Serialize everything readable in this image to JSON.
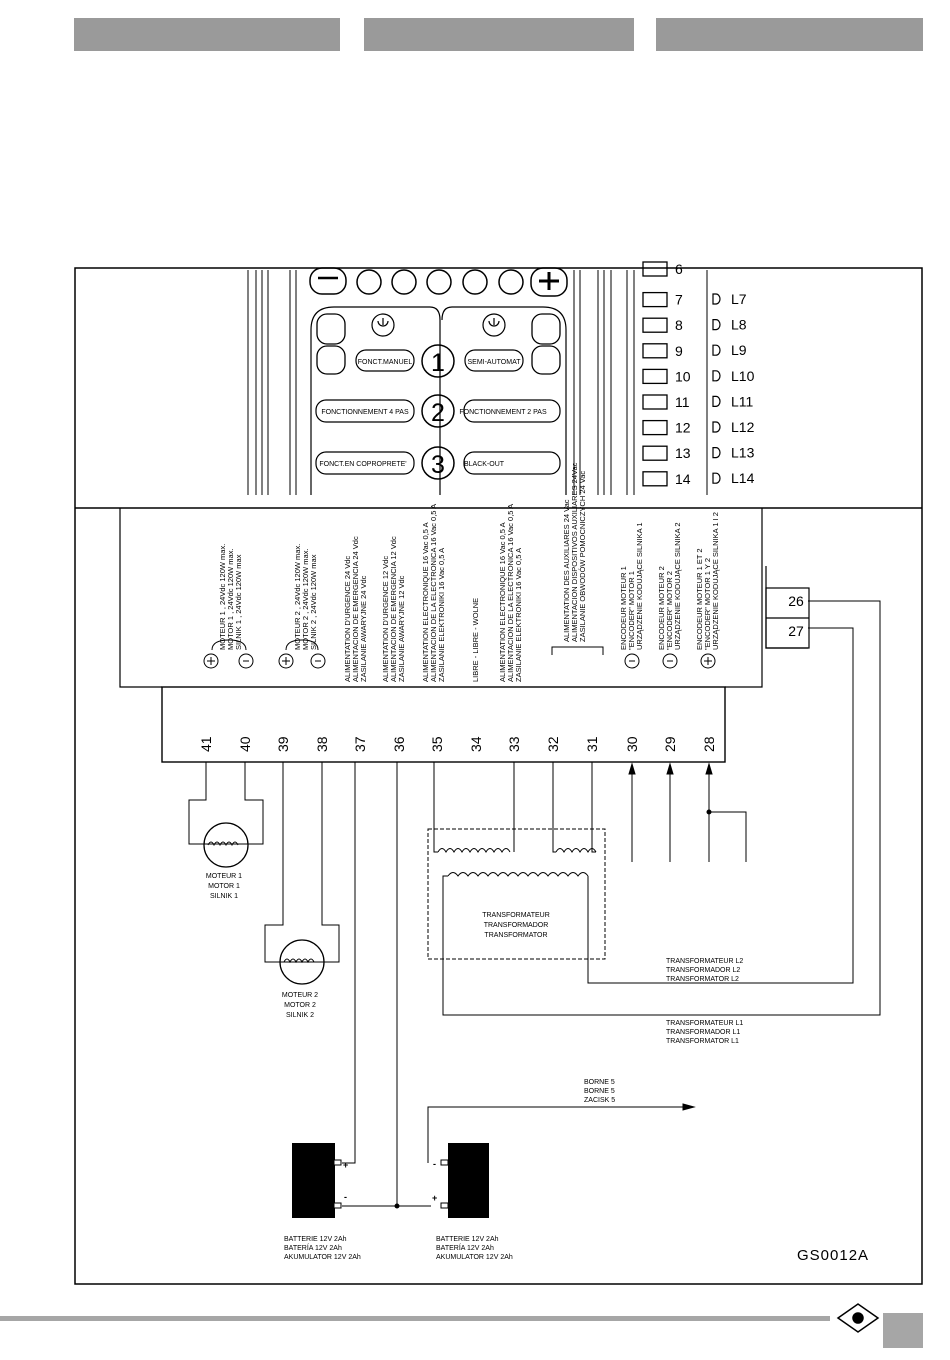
{
  "header_bars": [
    "",
    "",
    ""
  ],
  "panel": {
    "buttons": {
      "b1": {
        "num": "1",
        "left": "FONCT.MANUEL",
        "right": "SEMI-AUTOMAT"
      },
      "b2": {
        "num": "2",
        "left": "FONCTIONNEMENT 4 PAS",
        "right": "FONCTIONNEMENT 2 PAS"
      },
      "b3": {
        "num": "3",
        "left": "FONCT.EN COPROPRETE'",
        "right": "BLACK-OUT"
      }
    },
    "switches": [
      "6",
      "7",
      "8",
      "9",
      "10",
      "11",
      "12",
      "13",
      "14"
    ],
    "leds": [
      "L7",
      "L8",
      "L9",
      "L10",
      "L11",
      "L12",
      "L13",
      "L14"
    ]
  },
  "terminals": {
    "numbers": [
      "41",
      "40",
      "39",
      "38",
      "37",
      "36",
      "35",
      "34",
      "33",
      "32",
      "31",
      "30",
      "29",
      "28"
    ],
    "aux": [
      "26",
      "27"
    ],
    "labels": {
      "m1_a": "MOTEUR 1 , 24Vdc 120W max.",
      "m1_b": "MOTOR 1 , 24Vdc 120W max.",
      "m1_c": "SILNIK 1 , 24Vdc 120W max",
      "m2_a": "MOTEUR 2 , 24Vdc 120W max.",
      "m2_b": "MOTOR 2 , 24Vdc 120W max.",
      "m2_c": "SILNIK 2 , 24Vdc 120W max",
      "e24_a": "ALIMENTATION D'URGENCE 24 Vdc",
      "e24_b": "ALIMENTACION DE EMERGENCIA 24 Vdc",
      "e24_c": "ZASILANIE AWARYJNE 24 Vdc",
      "e12_a": "ALIMENTATION D'URGENCE 12 Vdc",
      "e12_b": "ALIMENTACION DE EMERGENCIA 12 Vdc",
      "e12_c": "ZASILANIE AWARYJNE 12 Vdc",
      "el35_a": "ALIMENTATION ELECTRONIQUE 16 Vac 0,5 A",
      "el35_b": "ALIMENTACION DE LA ELECTRONICA 16 Vac 0,5 A",
      "el35_c": "ZASILANIE ELEKTRONIKI 16 Vac 0,5 A",
      "libre": "LIBRE - LIBRE - WOLNE",
      "el33_a": "ALIMENTATION ELECTRONIQUE 16 Vac 0,5 A",
      "el33_b": "ALIMENTACION DE LA ELECTRONICA 16 Vac 0,5 A",
      "el33_c": "ZASILANIE ELEKTRONIKI 16 Vac 0,5 A",
      "aux_a": "ALIMENTATION DES AUXILIARES 24 Vac",
      "aux_b": "ALIMENTACION DISPOSITIVOS AUXILIARES 24Vac",
      "aux_c": "ZASILANIE OBWODÓW POMOCNICZYCH 24 Vac",
      "enc1_a": "ENCODEUR MOTEUR 1",
      "enc1_b": "\"ENCODER\" MOTOR 1",
      "enc1_c": "URZĄDZENIE KODUJĄCE SILNIKA 1",
      "enc2_a": "ENCODEUR MOTEUR 2",
      "enc2_b": "\"ENCODER\" MOTOR 2",
      "enc2_c": "URZĄDZENIE KODUJĄCE SILNIKA 2",
      "enc12_a": "ENCODEUR MOTEUR 1 ET 2",
      "enc12_b": "\"ENCODER\" MOTOR 1 Y 2",
      "enc12_c": "URZĄDZENIE KODUJĄCE SILNIKA 1 I 2"
    }
  },
  "motor1": [
    "MOTEUR 1",
    "MOTOR 1",
    "SILNIK 1"
  ],
  "motor2": [
    "MOTEUR 2",
    "MOTOR 2",
    "SILNIK 2"
  ],
  "transformer": [
    "TRANSFORMATEUR",
    "TRANSFORMADOR",
    "TRANSFORMATOR"
  ],
  "transformer_l2": [
    "TRANSFORMATEUR L2",
    "TRANSFORMADOR L2",
    "TRANSFORMATOR L2"
  ],
  "transformer_l1": [
    "TRANSFORMATEUR L1",
    "TRANSFORMADOR L1",
    "TRANSFORMATOR L1"
  ],
  "borne5": [
    "BORNE 5",
    "BORNE 5",
    "ZACISK 5"
  ],
  "battery1": [
    "BATTERIE 12V 2Ah",
    "BATERÍA 12V 2Ah",
    "AKUMULATOR 12V 2Ah"
  ],
  "battery2": [
    "BATTERIE 12V 2Ah",
    "BATERÍA 12V 2Ah",
    "AKUMULATOR 12V 2Ah"
  ],
  "drawing_code": "GS0012A"
}
